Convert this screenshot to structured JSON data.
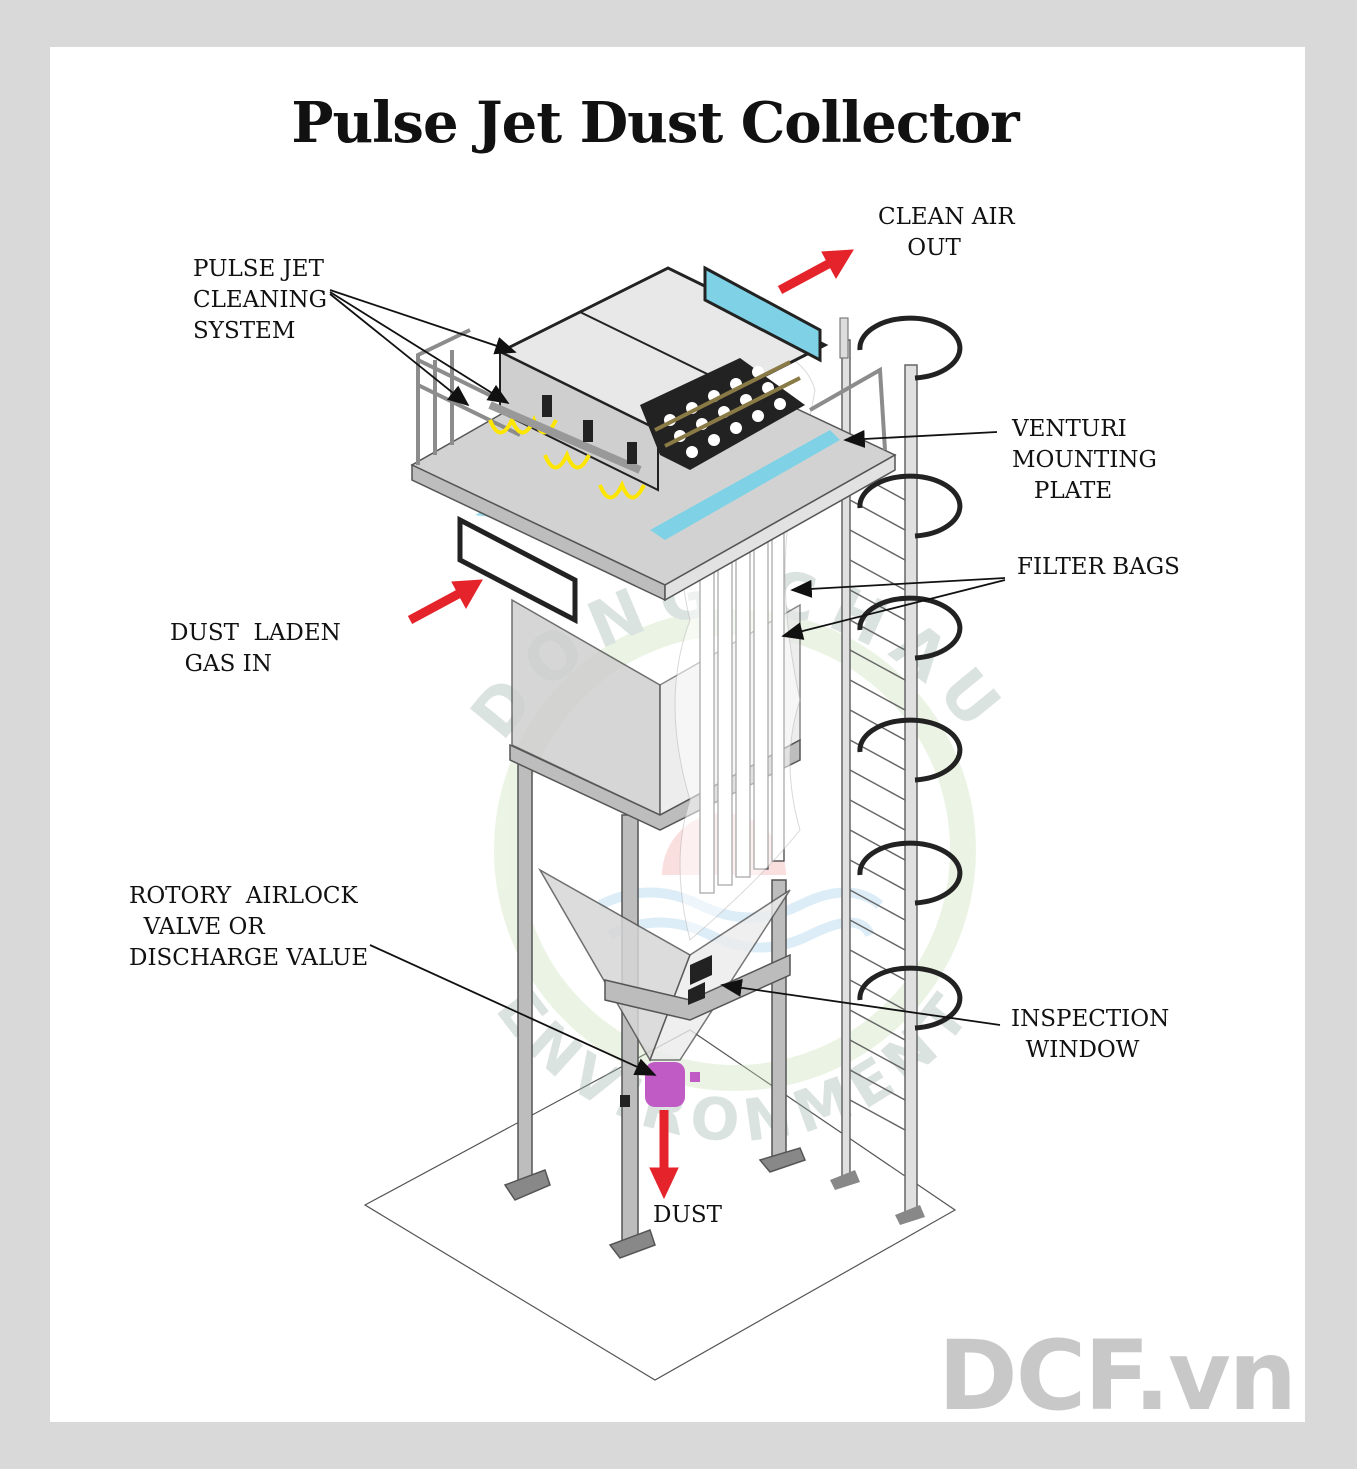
{
  "title": "Pulse Jet Dust Collector",
  "labels": {
    "pulse_jet": "PULSE JET\nCLEANING\nSYSTEM",
    "clean_air": "CLEAN AIR\n    OUT",
    "venturi": "VENTURI\nMOUNTING\n   PLATE",
    "filter_bags": "FILTER BAGS",
    "dust_laden": "DUST  LADEN\n  GAS IN",
    "rotary_valve": "ROTORY  AIRLOCK\n  VALVE OR\nDISCHARGE VALUE",
    "inspection": "INSPECTION\n  WINDOW",
    "dust": "DUST"
  },
  "watermark": {
    "arc_top": "DONG CHAU",
    "arc_bottom": "ENVIRONMENT",
    "brand": "DCF.vn"
  },
  "colors": {
    "background": "#d9d9d9",
    "panel": "#ffffff",
    "flow_arrow": "#e4232a",
    "valve": "#c05bc5",
    "venturi_strip": "#7fd2e6",
    "steel": "#b8b8b8",
    "coil": "#ffe600"
  }
}
